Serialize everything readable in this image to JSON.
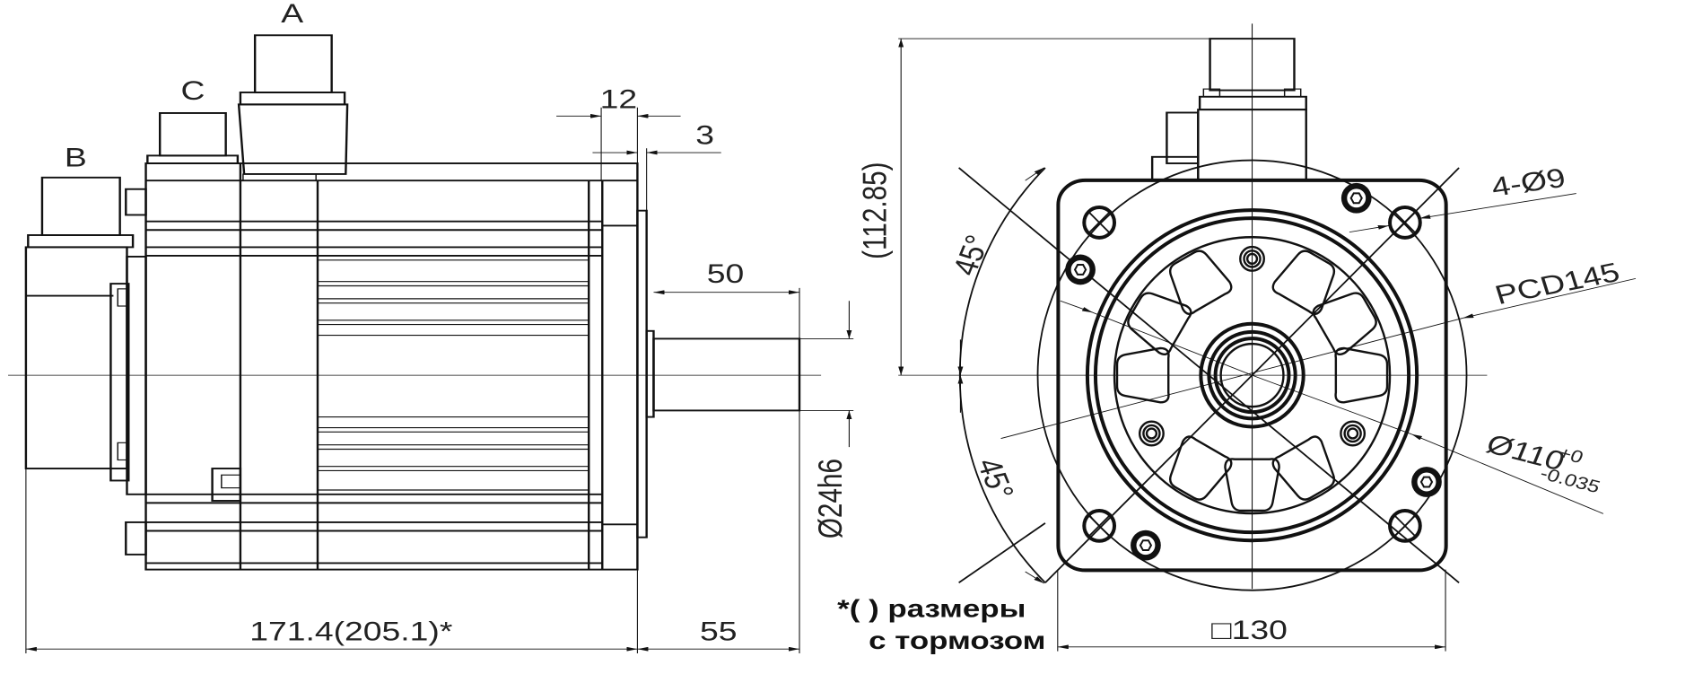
{
  "side_view": {
    "connector_a": "A",
    "connector_b": "B",
    "connector_c": "C",
    "dim_flange_thickness": "12",
    "dim_pilot": "3",
    "dim_shaft_key": "50",
    "dim_shaft_diameter": "Ø24h6",
    "dim_body_length": "171.4(205.1)*",
    "dim_shaft_length": "55"
  },
  "note": {
    "line1": "*( ) размеры",
    "line2": "с тормозом"
  },
  "front_view": {
    "dim_height": "(112.85)",
    "angle_upper": "45°",
    "angle_lower": "45°",
    "holes": "4-Ø9",
    "pcd": "PCD145",
    "pilot_diameter": "Ø110",
    "pilot_tol_upper": "+0",
    "pilot_tol_lower": "-0.035",
    "flange_size": "□130"
  },
  "colors": {
    "line": "#111111",
    "background": "#ffffff"
  }
}
